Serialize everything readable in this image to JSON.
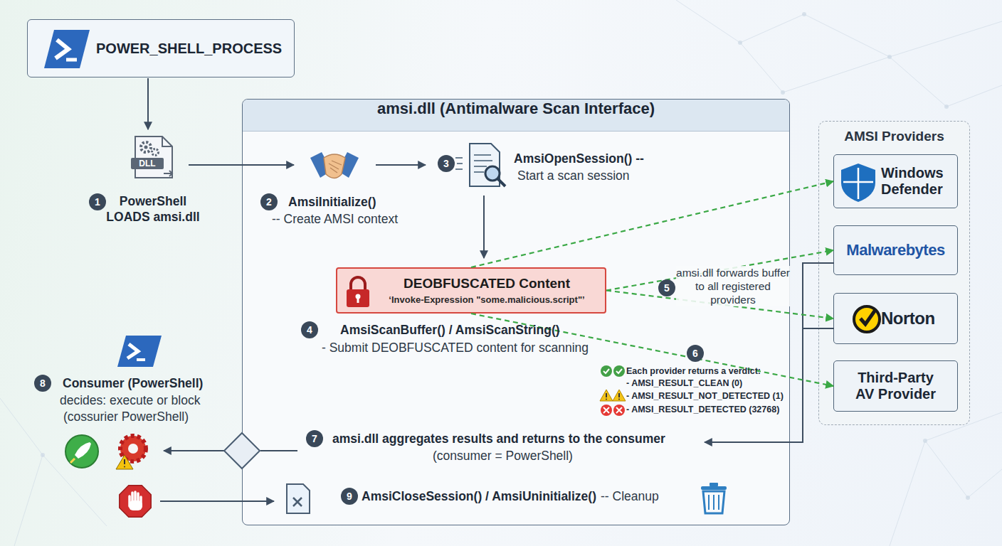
{
  "diagram": {
    "nodes": [
      {
        "text": [
          "POWER_SHELL_PROCESS"
        ]
      },
      {
        "text": [
          "amsi.dll (Antimalware Scan Interface)"
        ]
      },
      {
        "text": [
          "DEOBFUSCATED Content",
          "‘Invoke-Expression \"some.malicious.script\"’"
        ],
        "in": 1
      },
      {
        "text": [
          "AMSI Providers"
        ]
      },
      {
        "text": [
          "Windows Defender"
        ],
        "in": 3
      },
      {
        "text": [
          "Malwarebytes"
        ],
        "in": 3
      },
      {
        "text": [
          "Norton"
        ],
        "in": 3
      },
      {
        "text": [
          "Third-Party AV Provider"
        ],
        "in": 3
      }
    ],
    "edges": [
      {
        "from": 2,
        "to": 4,
        "arrow": "to"
      },
      {
        "from": 2,
        "to": 5,
        "arrow": "to"
      },
      {
        "from": 2,
        "to": 6,
        "arrow": "to"
      },
      {
        "from": 2,
        "to": 7,
        "arrow": "to"
      }
    ],
    "labels": [
      "1",
      "PowerShell LOADS amsi.dll",
      "DLL",
      "2",
      "AmsiInitialize()",
      "-- Create AMSI context",
      "3",
      "AmsiOpenSession() --",
      "Start a scan session",
      "4",
      "AmsiScanBuffer() / AmsiScanString()",
      "- Submit DEOBFUSCATED content for scanning",
      "5",
      "amsi.dll forwards buffer to all registered providers",
      "6",
      "Each provider returns a verdict:",
      "- AMSI_RESULT_CLEAN (0)",
      "- AMSI_RESULT_NOT_DETECTED (1)",
      "- AMSI_RESULT_DETECTED (32768)",
      "7",
      "amsi.dll aggregates results and returns to the consumer",
      "(consumer = PowerShell)",
      "8",
      "Consumer (PowerShell)",
      "decides: execute or block",
      "(cossurier PowerShell)",
      "9",
      "AmsiCloseSession() / AmsiUninitialize()",
      "-- Cleanup"
    ]
  }
}
